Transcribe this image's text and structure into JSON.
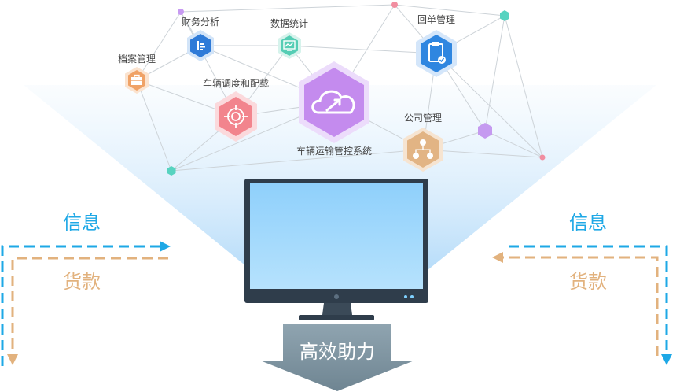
{
  "nodes": {
    "finance": "财务分析",
    "statistics": "数据统计",
    "archive": "档案管理",
    "dispatch": "车辆调度和配载",
    "core": "车辆运输管控系统",
    "receipt": "回单管理",
    "company": "公司管理"
  },
  "flows": {
    "left_info": "信息",
    "left_payment": "货款",
    "right_info": "信息",
    "right_payment": "货款"
  },
  "down_arrow_text": "高效助力",
  "colors": {
    "info_blue": "#1ea8e6",
    "payment_tan": "#e2b27e",
    "core_purple": "#c48bee",
    "dispatch_pink": "#f2848d",
    "receipt_blue": "#2f86e0",
    "company_tan": "#e2b484",
    "finance_blue": "#2f7bd8",
    "statistics_teal": "#55cdb4",
    "archive_orange": "#f0a266"
  },
  "icons": {
    "finance": "bar-chart-icon",
    "statistics": "chart-screen-icon",
    "archive": "briefcase-icon",
    "dispatch": "target-icon",
    "core": "cloud-sync-icon",
    "receipt": "clipboard-check-icon",
    "company": "org-chart-icon"
  }
}
